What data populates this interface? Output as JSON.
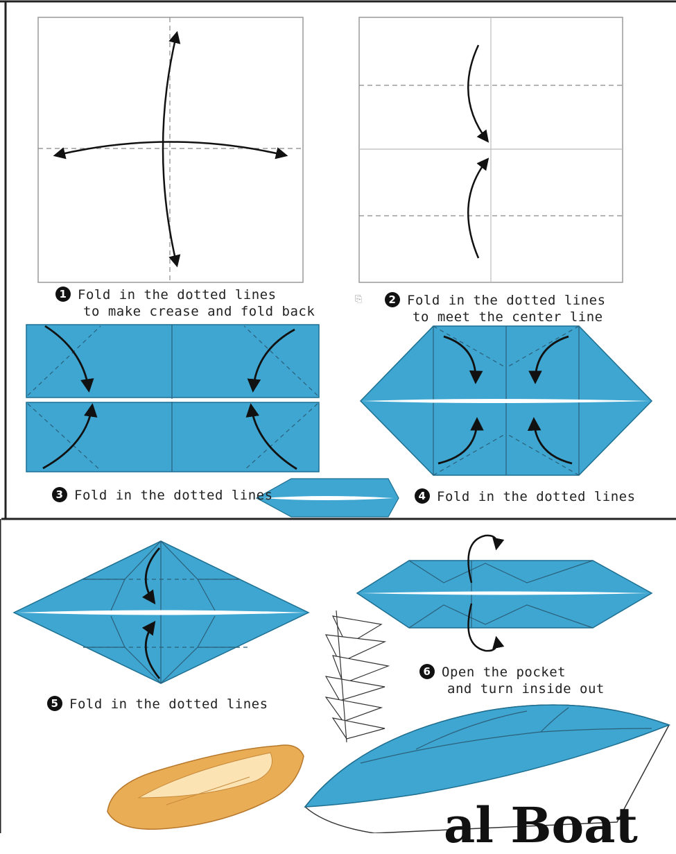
{
  "colors": {
    "paper": "#3ea6d0",
    "paper_edge": "#1d6f92",
    "fold_line": "#2c5f7a",
    "crease": "#7a7a7a",
    "arrow": "#111111",
    "boat_gold": "#e9ad55",
    "boat_light": "#fbe3b4"
  },
  "steps": [
    {
      "number": "1",
      "line1": "Fold in the dotted lines",
      "line2": "to make crease and fold back"
    },
    {
      "number": "2",
      "line1": "Fold in the dotted lines",
      "line2": "to meet the center line"
    },
    {
      "number": "3",
      "line1": "Fold in the dotted lines",
      "line2": ""
    },
    {
      "number": "4",
      "line1": "Fold in the dotted lines",
      "line2": ""
    },
    {
      "number": "5",
      "line1": "Fold in the dotted lines",
      "line2": ""
    },
    {
      "number": "6",
      "line1": "Open the pocket",
      "line2": "and turn inside out"
    }
  ],
  "partial_footer_text": "al Boat",
  "icons": [
    "curved-arrow-icon",
    "rotate-arrow-icon",
    "dotted-fold-line-icon"
  ]
}
